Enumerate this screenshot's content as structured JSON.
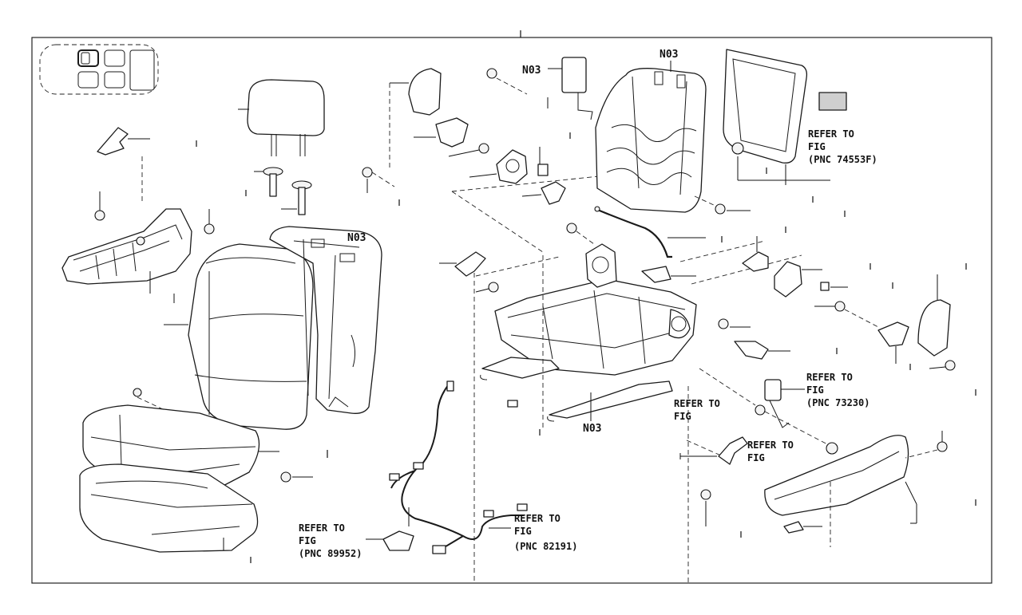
{
  "labels": {
    "n03_airbag": "N03",
    "n03_frame": "N03",
    "n03_cushion_back": "N03",
    "n03_track": "N03"
  },
  "references": {
    "pnc_74553f": [
      "REFER TO",
      "FIG",
      "(PNC 74553F)"
    ],
    "pnc_73230": [
      "REFER TO",
      "FIG",
      "(PNC 73230)"
    ],
    "fig_a": [
      "REFER TO",
      "FIG"
    ],
    "fig_b": [
      "REFER TO",
      "FIG"
    ],
    "pnc_89952": [
      "REFER TO",
      "FIG",
      "(PNC 89952)"
    ],
    "pnc_82191": [
      "REFER TO",
      "FIG",
      "(PNC 82191)"
    ]
  }
}
